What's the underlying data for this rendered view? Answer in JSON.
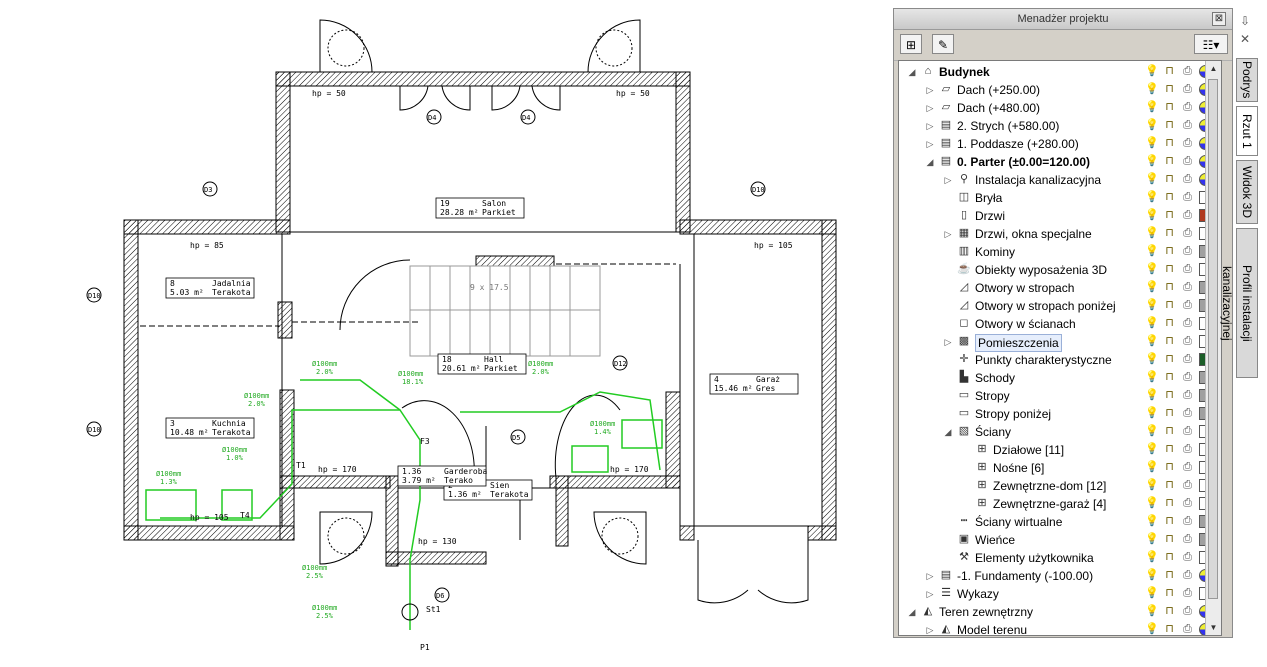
{
  "drawing": {
    "rooms": [
      {
        "num": "19",
        "name": "Salon",
        "area": "28.28 m²",
        "floor": "Parkiet"
      },
      {
        "num": "8",
        "name": "Jadalnia",
        "area": "5.03 m²",
        "floor": "Terakota"
      },
      {
        "num": "18",
        "name": "Hall",
        "area": "20.61 m²",
        "floor": "Parkiet"
      },
      {
        "num": "4",
        "name": "Garaż",
        "area": "15.46 m²",
        "floor": "Gres"
      },
      {
        "num": "3",
        "name": "Kuchnia",
        "area": "10.48 m²",
        "floor": "Terakota"
      },
      {
        "num": "2",
        "name": "Sien",
        "area": "1.36 m²",
        "floor": "Terakota"
      },
      {
        "num": "1.36",
        "name": "Garderoba",
        "area": "3.79 m²",
        "floor": "Terako"
      }
    ],
    "hp_labels": [
      "hp = 50",
      "hp = 50",
      "hp = 85",
      "hp = 105",
      "hp = 170",
      "hp = 170",
      "hp = 105",
      "hp = 130"
    ],
    "door_tags": [
      "D4",
      "D4",
      "D3",
      "D10",
      "D10",
      "D10",
      "D12",
      "D6",
      "D5"
    ],
    "pipe_labels": [
      {
        "d": "Ø100mm",
        "s": "2.0%"
      },
      {
        "d": "Ø100mm",
        "s": "18.1%"
      },
      {
        "d": "Ø100mm",
        "s": "2.0%"
      },
      {
        "d": "Ø100mm",
        "s": "2.0%"
      },
      {
        "d": "Ø100mm",
        "s": "1.0%"
      },
      {
        "d": "Ø100mm",
        "s": "1.4%"
      },
      {
        "d": "Ø100mm",
        "s": "1.3%"
      },
      {
        "d": "Ø100mm",
        "s": "2.5%"
      },
      {
        "d": "Ø100mm",
        "s": "2.5%"
      }
    ],
    "stairs": "9 x 17.5",
    "points": [
      "St1",
      "P1",
      "T1",
      "T4",
      "F3"
    ]
  },
  "panel": {
    "title": "Menadżer projektu",
    "close": "⊠",
    "toolbar": {
      "add": "⊞",
      "tool": "✎",
      "dropdown": "▾"
    },
    "tree": [
      {
        "level": 0,
        "exp": "◢",
        "icon": "house-icon",
        "glyph": "⌂",
        "label": "Budynek",
        "bold": true,
        "swatch": "multi"
      },
      {
        "level": 1,
        "exp": "▷",
        "icon": "roof-icon",
        "glyph": "▱",
        "label": "Dach (+250.00)",
        "swatch": "multi"
      },
      {
        "level": 1,
        "exp": "▷",
        "icon": "roof-icon",
        "glyph": "▱",
        "label": "Dach (+480.00)",
        "swatch": "multi"
      },
      {
        "level": 1,
        "exp": "▷",
        "icon": "floor-icon",
        "glyph": "▤",
        "label": "2. Strych (+580.00)",
        "swatch": "multi"
      },
      {
        "level": 1,
        "exp": "▷",
        "icon": "floor-icon",
        "glyph": "▤",
        "label": "1. Poddasze (+280.00)",
        "swatch": "multi"
      },
      {
        "level": 1,
        "exp": "◢",
        "icon": "floor-active-icon",
        "glyph": "▤",
        "label": "0. Parter (±0.00=120.00)",
        "bold": true,
        "swatch": "multi"
      },
      {
        "level": 2,
        "exp": "▷",
        "icon": "sewer-icon",
        "glyph": "⚲",
        "label": "Instalacja kanalizacyjna",
        "swatch": "multi"
      },
      {
        "level": 2,
        "exp": "",
        "icon": "solid-icon",
        "glyph": "◫",
        "label": "Bryła",
        "swatch": "#ffffff"
      },
      {
        "level": 2,
        "exp": "",
        "icon": "door-icon",
        "glyph": "▯",
        "label": "Drzwi",
        "swatch": "#b03a20"
      },
      {
        "level": 2,
        "exp": "▷",
        "icon": "window-icon",
        "glyph": "▦",
        "label": "Drzwi, okna specjalne",
        "swatch": "#ffffff"
      },
      {
        "level": 2,
        "exp": "",
        "icon": "chimney-icon",
        "glyph": "▥",
        "label": "Kominy",
        "swatch": "#a0a0a0"
      },
      {
        "level": 2,
        "exp": "",
        "icon": "furniture-icon",
        "glyph": "☕",
        "label": "Obiekty wyposażenia 3D",
        "swatch": "#ffffff"
      },
      {
        "level": 2,
        "exp": "",
        "icon": "opening-icon",
        "glyph": "◿",
        "label": "Otwory w stropach",
        "swatch": "#a0a0a0"
      },
      {
        "level": 2,
        "exp": "",
        "icon": "opening-icon",
        "glyph": "◿",
        "label": "Otwory w stropach poniżej",
        "swatch": "#a0a0a0"
      },
      {
        "level": 2,
        "exp": "",
        "icon": "wall-opening-icon",
        "glyph": "◻",
        "label": "Otwory w ścianach",
        "swatch": "#ffffff"
      },
      {
        "level": 2,
        "exp": "▷",
        "icon": "room-icon",
        "glyph": "▩",
        "label": "Pomieszczenia",
        "selected": true,
        "swatch": "#ffffff"
      },
      {
        "level": 2,
        "exp": "",
        "icon": "points-icon",
        "glyph": "✛",
        "label": "Punkty charakterystyczne",
        "swatch": "#1c5e28"
      },
      {
        "level": 2,
        "exp": "",
        "icon": "stairs-icon",
        "glyph": "▙",
        "label": "Schody",
        "swatch": "#a0a0a0"
      },
      {
        "level": 2,
        "exp": "",
        "icon": "slab-icon",
        "glyph": "▭",
        "label": "Stropy",
        "swatch": "#a0a0a0"
      },
      {
        "level": 2,
        "exp": "",
        "icon": "slab-icon",
        "glyph": "▭",
        "label": "Stropy poniżej",
        "swatch": "#a0a0a0"
      },
      {
        "level": 2,
        "exp": "◢",
        "icon": "walls-icon",
        "glyph": "▧",
        "label": "Ściany",
        "swatch": "#ffffff"
      },
      {
        "level": 3,
        "exp": "",
        "icon": "wall-type-icon",
        "glyph": "⊞",
        "label": "Działowe [11]",
        "swatch": "#ffffff"
      },
      {
        "level": 3,
        "exp": "",
        "icon": "wall-type-icon",
        "glyph": "⊞",
        "label": "Nośne [6]",
        "swatch": "#ffffff"
      },
      {
        "level": 3,
        "exp": "",
        "icon": "wall-type-icon",
        "glyph": "⊞",
        "label": "Zewnętrzne-dom [12]",
        "swatch": "#ffffff"
      },
      {
        "level": 3,
        "exp": "",
        "icon": "wall-type-icon",
        "glyph": "⊞",
        "label": "Zewnętrzne-garaż [4]",
        "swatch": "#ffffff"
      },
      {
        "level": 2,
        "exp": "",
        "icon": "virtual-wall-icon",
        "glyph": "┅",
        "label": "Ściany wirtualne",
        "swatch": "#a0a0a0"
      },
      {
        "level": 2,
        "exp": "",
        "icon": "ring-beam-icon",
        "glyph": "▣",
        "label": "Wieńce",
        "swatch": "#a0a0a0"
      },
      {
        "level": 2,
        "exp": "",
        "icon": "user-elements-icon",
        "glyph": "⚒",
        "label": "Elementy użytkownika",
        "swatch": "#ffffff"
      },
      {
        "level": 1,
        "exp": "▷",
        "icon": "floor-icon",
        "glyph": "▤",
        "label": "-1. Fundamenty (-100.00)",
        "swatch": "multi"
      },
      {
        "level": 1,
        "exp": "▷",
        "icon": "list-icon",
        "glyph": "☰",
        "label": "Wykazy",
        "swatch": "#ffffff"
      },
      {
        "level": 0,
        "exp": "◢",
        "icon": "terrain-icon",
        "glyph": "◭",
        "label": "Teren zewnętrzny",
        "swatch": "multi"
      },
      {
        "level": 1,
        "exp": "▷",
        "icon": "terrain-model-icon",
        "glyph": "◭",
        "label": "Model terenu",
        "swatch": "multi"
      }
    ]
  },
  "tabs": [
    "Podrys",
    "Rzut 1",
    "Widok 3D",
    "Profil instalacji kanalizacyjnej"
  ],
  "tab_active": "Rzut 1",
  "corner": {
    "pin": "⇩",
    "close": "✕"
  }
}
